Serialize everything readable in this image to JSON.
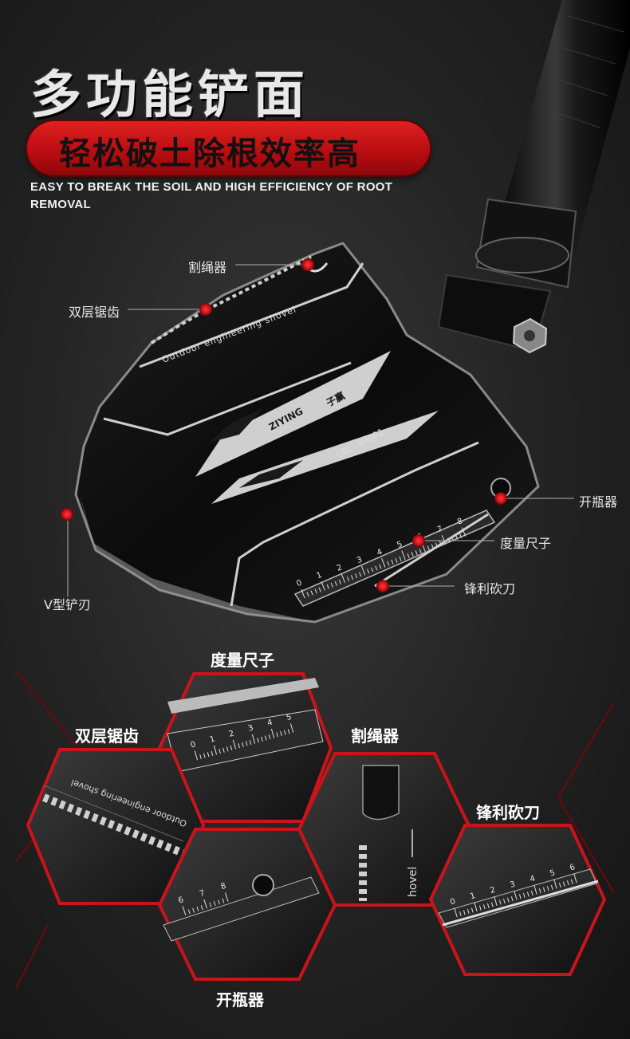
{
  "header": {
    "title": "多功能铲面",
    "banner": "轻松破土除根效率高",
    "subtitle_en": "EASY TO BREAK THE SOIL AND HIGH EFFICIENCY OF ROOT REMOVAL"
  },
  "engravings": {
    "blade_text": "Outdoor engineering shovel",
    "brand": "ZIYING",
    "brand_cn": "子赢",
    "model": "GBC-XH001",
    "ruler_numbers": [
      "0",
      "1",
      "2",
      "3",
      "4",
      "5",
      "6",
      "7",
      "8"
    ]
  },
  "callouts": {
    "rope_cutter": "割绳器",
    "double_saw": "双层锯齿",
    "bottle_opener": "开瓶器",
    "ruler": "度量尺子",
    "v_blade": "V型铲刃",
    "sharp_knife": "锋利砍刀"
  },
  "hex_labels": {
    "ruler": "度量尺子",
    "double_saw": "双层锯齿",
    "rope_cutter": "割绳器",
    "sharp_knife": "锋利砍刀",
    "bottle_opener": "开瓶器"
  },
  "closeups": {
    "ruler_numbers": [
      "0",
      "1",
      "2",
      "3",
      "4",
      "5"
    ],
    "opener_numbers": [
      "6",
      "7",
      "8"
    ],
    "knife_numbers": [
      "0",
      "1",
      "2",
      "3",
      "4",
      "5",
      "6"
    ],
    "saw_text": "Outdoor engineering shovel",
    "hovel_text": "hovel"
  },
  "colors": {
    "accent_red": "#d4141b",
    "line": "#b0b0b0"
  }
}
